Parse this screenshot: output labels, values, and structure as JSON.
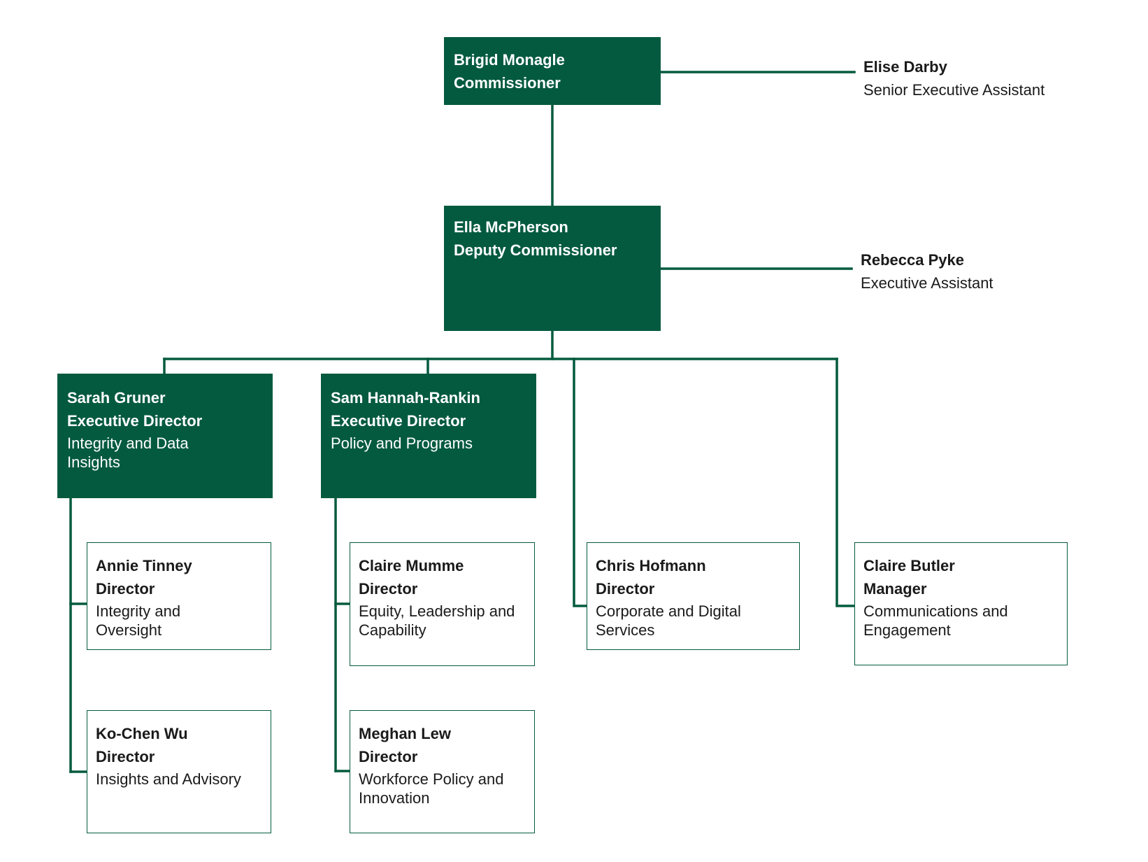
{
  "colors": {
    "primary": "#045a3f",
    "text": "#1a1a1a",
    "background": "#ffffff"
  },
  "commissioner": {
    "name": "Brigid Monagle",
    "role": "Commissioner"
  },
  "commissioner_assistant": {
    "name": "Elise Darby",
    "role": "Senior Executive Assistant"
  },
  "deputy": {
    "name": "Ella McPherson",
    "role": "Deputy Commissioner"
  },
  "deputy_assistant": {
    "name": "Rebecca Pyke",
    "role": "Executive Assistant"
  },
  "executives": [
    {
      "name": "Sarah Gruner",
      "role": "Executive Director",
      "unit": "Integrity and Data Insights"
    },
    {
      "name": "Sam Hannah-Rankin",
      "role": "Executive Director",
      "unit": "Policy and Programs"
    }
  ],
  "directors": [
    {
      "name": "Annie Tinney",
      "role": "Director",
      "unit": "Integrity and Oversight"
    },
    {
      "name": "Ko-Chen Wu",
      "role": "Director",
      "unit": "Insights and Advisory"
    },
    {
      "name": "Claire Mumme",
      "role": "Director",
      "unit": "Equity, Leadership and Capability"
    },
    {
      "name": "Meghan Lew",
      "role": "Director",
      "unit": "Workforce Policy and Innovation"
    },
    {
      "name": "Chris Hofmann",
      "role": "Director",
      "unit": "Corporate and Digital Services"
    },
    {
      "name": "Claire Butler",
      "role": "Manager",
      "unit": "Communications and Engagement"
    }
  ]
}
